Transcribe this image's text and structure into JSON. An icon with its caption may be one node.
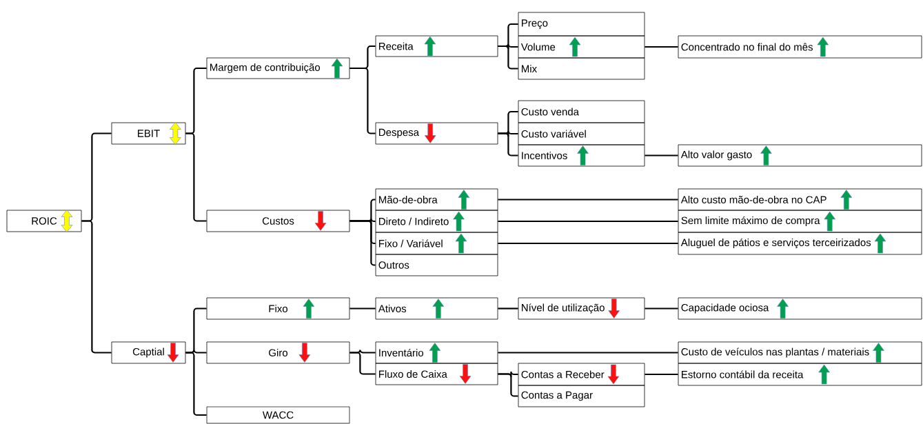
{
  "diagram": {
    "nodes": [
      {
        "text": [
          "ROIC"
        ]
      },
      {
        "text": [
          "EBIT"
        ]
      },
      {
        "text": [
          "Captial"
        ]
      },
      {
        "text": [
          "Margem de contribuição"
        ]
      },
      {
        "text": [
          "Custos"
        ]
      },
      {
        "text": [
          "Fixo"
        ]
      },
      {
        "text": [
          "Giro"
        ]
      },
      {
        "text": [
          "WACC"
        ]
      },
      {
        "text": [
          "Receita"
        ]
      },
      {
        "text": [
          "Despesa"
        ]
      },
      {
        "text": [
          "Mão-de-obra"
        ]
      },
      {
        "text": [
          "Direto / Indireto"
        ]
      },
      {
        "text": [
          "Fixo / Variável"
        ]
      },
      {
        "text": [
          "Outros"
        ]
      },
      {
        "text": [
          "Ativos"
        ]
      },
      {
        "text": [
          "Inventário"
        ]
      },
      {
        "text": [
          "Fluxo de Caixa"
        ]
      },
      {
        "text": [
          "Preço"
        ]
      },
      {
        "text": [
          "Volume"
        ]
      },
      {
        "text": [
          "Mix"
        ]
      },
      {
        "text": [
          "Custo venda"
        ]
      },
      {
        "text": [
          "Custo variável"
        ]
      },
      {
        "text": [
          "Incentivos"
        ]
      },
      {
        "text": [
          "Nível de utilização"
        ]
      },
      {
        "text": [
          "Contas a Receber"
        ]
      },
      {
        "text": [
          "Contas a Pagar"
        ]
      },
      {
        "text": [
          "Concentrado no final do mês"
        ]
      },
      {
        "text": [
          "Alto valor gasto"
        ]
      },
      {
        "text": [
          "Alto custo mão-de-obra no CAP"
        ]
      },
      {
        "text": [
          "Sem limite máximo de compra"
        ]
      },
      {
        "text": [
          "Aluguel de pátios e serviços terceirizados"
        ]
      },
      {
        "text": [
          "Capacidade ociosa"
        ]
      },
      {
        "text": [
          "Custo de veículos nas plantas / materiais"
        ]
      },
      {
        "text": [
          "Estorno contábil da receita"
        ]
      }
    ],
    "edges": [
      {
        "from": 0,
        "to": 1,
        "arrow": "none"
      },
      {
        "from": 0,
        "to": 2,
        "arrow": "none"
      },
      {
        "from": 1,
        "to": 3,
        "arrow": "none"
      },
      {
        "from": 1,
        "to": 4,
        "arrow": "none"
      },
      {
        "from": 3,
        "to": 8,
        "arrow": "none"
      },
      {
        "from": 3,
        "to": 9,
        "arrow": "none"
      },
      {
        "from": 8,
        "to": 17,
        "arrow": "none"
      },
      {
        "from": 8,
        "to": 18,
        "arrow": "none"
      },
      {
        "from": 8,
        "to": 19,
        "arrow": "none"
      },
      {
        "from": 9,
        "to": 20,
        "arrow": "none"
      },
      {
        "from": 9,
        "to": 21,
        "arrow": "none"
      },
      {
        "from": 9,
        "to": 22,
        "arrow": "none"
      },
      {
        "from": 4,
        "to": 10,
        "arrow": "none"
      },
      {
        "from": 4,
        "to": 11,
        "arrow": "none"
      },
      {
        "from": 4,
        "to": 12,
        "arrow": "none"
      },
      {
        "from": 4,
        "to": 13,
        "arrow": "none"
      },
      {
        "from": 2,
        "to": 5,
        "arrow": "none"
      },
      {
        "from": 2,
        "to": 6,
        "arrow": "none"
      },
      {
        "from": 2,
        "to": 7,
        "arrow": "none"
      },
      {
        "from": 6,
        "to": 15,
        "arrow": "none"
      },
      {
        "from": 6,
        "to": 16,
        "arrow": "none"
      },
      {
        "from": 16,
        "to": 24,
        "arrow": "none"
      },
      {
        "from": 16,
        "to": 25,
        "arrow": "none"
      },
      {
        "from": 18,
        "to": 26,
        "arrow": "none"
      },
      {
        "from": 22,
        "to": 27,
        "arrow": "none"
      },
      {
        "from": 10,
        "to": 28,
        "arrow": "none"
      },
      {
        "from": 11,
        "to": 29,
        "arrow": "none"
      },
      {
        "from": 12,
        "to": 30,
        "arrow": "none"
      },
      {
        "from": 5,
        "to": 14,
        "arrow": "none"
      },
      {
        "from": 14,
        "to": 23,
        "arrow": "none"
      },
      {
        "from": 23,
        "to": 31,
        "arrow": "none"
      },
      {
        "from": 15,
        "to": 32,
        "arrow": "none"
      },
      {
        "from": 24,
        "to": 33,
        "arrow": "none"
      }
    ]
  }
}
